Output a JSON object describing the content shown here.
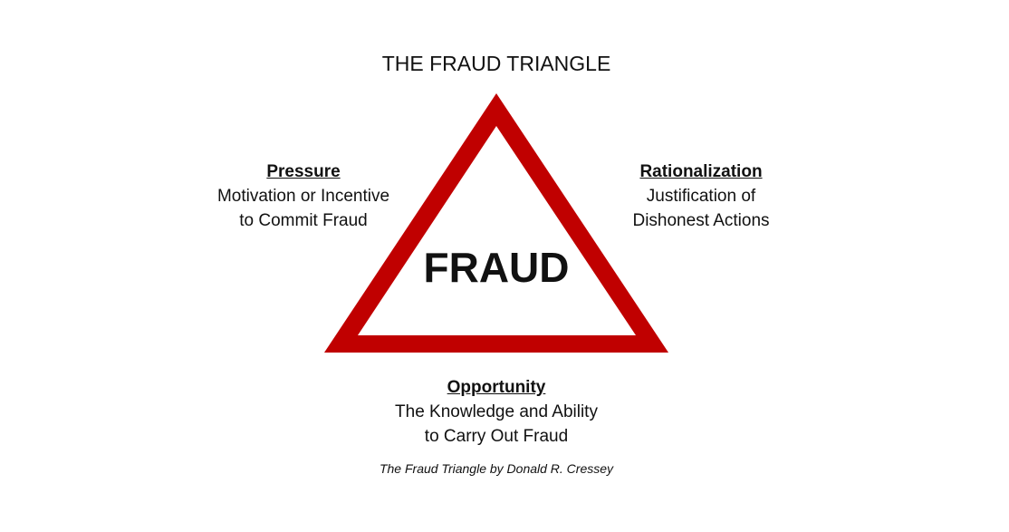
{
  "title": "THE FRAUD TRIANGLE",
  "center_label": "FRAUD",
  "accent_color": "#c00000",
  "pressure": {
    "heading": "Pressure",
    "line1": "Motivation or Incentive",
    "line2": "to Commit Fraud"
  },
  "rationalization": {
    "heading": "Rationalization",
    "line1": "Justification of",
    "line2": "Dishonest Actions"
  },
  "opportunity": {
    "heading": "Opportunity",
    "line1": "The Knowledge and Ability",
    "line2": "to Carry Out Fraud"
  },
  "caption": "The Fraud Triangle by Donald R. Cressey"
}
